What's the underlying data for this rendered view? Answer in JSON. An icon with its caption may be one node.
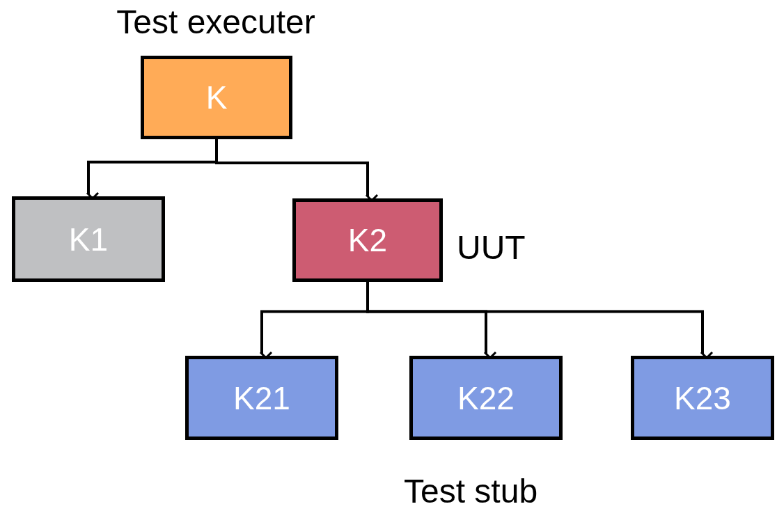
{
  "diagram": {
    "nodes": [
      {
        "text": [
          "K"
        ],
        "beside": [
          "Test executer"
        ]
      },
      {
        "text": [
          "K1"
        ]
      },
      {
        "text": [
          "K2"
        ],
        "beside": [
          "UUT"
        ]
      },
      {
        "text": [
          "K21"
        ]
      },
      {
        "text": [
          "K22"
        ]
      },
      {
        "text": [
          "K23"
        ]
      }
    ],
    "edges": [
      {
        "from": 0,
        "to": 1,
        "arrow": "to"
      },
      {
        "from": 0,
        "to": 2,
        "arrow": "to"
      },
      {
        "from": 2,
        "to": 3,
        "arrow": "to"
      },
      {
        "from": 2,
        "to": 4,
        "arrow": "to"
      },
      {
        "from": 2,
        "to": 5,
        "arrow": "to"
      }
    ],
    "labels": [
      "Test stub"
    ]
  }
}
